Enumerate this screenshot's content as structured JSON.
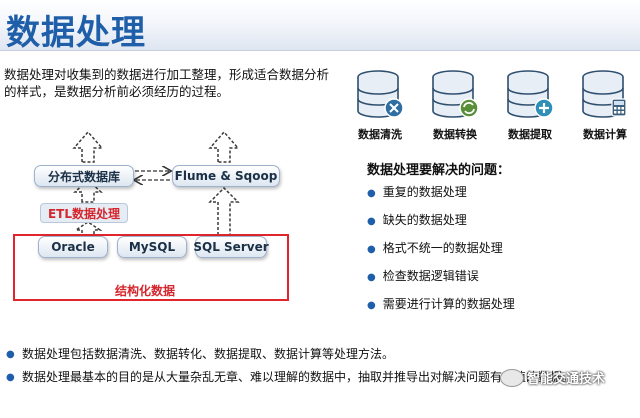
{
  "header": {
    "title": "数据处理"
  },
  "intro": {
    "text": "数据处理对收集到的数据进行加工整理，形成适合数据分析的样式，是数据分析前必须经历的过程。"
  },
  "diagram": {
    "top_nodes": {
      "distributed_db": "分布式数据库",
      "flume": "Flume & Sqoop"
    },
    "etl": "ETL数据处理",
    "sources": [
      "Oracle",
      "MySQL",
      "SQL Server"
    ],
    "structured_label": "结构化数据"
  },
  "operations": [
    {
      "label": "数据清洗",
      "icon": "database-clean-icon"
    },
    {
      "label": "数据转换",
      "icon": "database-convert-icon"
    },
    {
      "label": "数据提取",
      "icon": "database-extract-icon"
    },
    {
      "label": "数据计算",
      "icon": "database-calculate-icon"
    }
  ],
  "problems": {
    "title": "数据处理要解决的问题：",
    "items": [
      "重复的数据处理",
      "缺失的数据处理",
      "格式不统一的数据处理",
      "检查数据逻辑错误",
      "需要进行计算的数据处理"
    ]
  },
  "notes": [
    "数据处理包括数据清洗、数据转化、数据提取、数据计算等处理方法。",
    "数据处理最基本的目的是从大量杂乱无章、难以理解的数据中，抽取并推导出对解决问题有价值的数据。"
  ],
  "watermark": {
    "text": "智能交通技术"
  },
  "colors": {
    "title": "#1f5ea8",
    "accent_red": "#e0252c",
    "node_border": "#9fb2cc"
  }
}
